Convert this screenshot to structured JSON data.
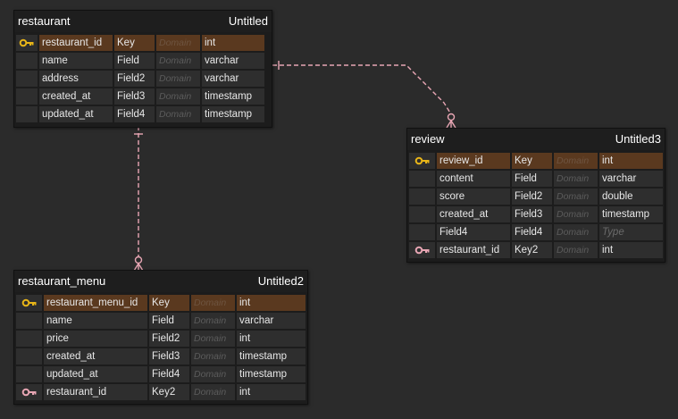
{
  "colors": {
    "background": "#2b2b2b",
    "entity_bg": "#1c1c1c",
    "cell_bg": "#2e2e2e",
    "pk_row_bg": "#5a391f",
    "relationship_line": "#e8a6b4",
    "pk_key_icon": "#e9b618",
    "fk_key_icon": "#e8a6b4"
  },
  "entities": {
    "restaurant": {
      "name": "restaurant",
      "label": "Untitled",
      "rows": [
        {
          "column": "restaurant_id",
          "field": "Key",
          "domain": "Domain",
          "type": "int",
          "icon": "primary-key-icon"
        },
        {
          "column": "name",
          "field": "Field",
          "domain": "Domain",
          "type": "varchar"
        },
        {
          "column": "address",
          "field": "Field2",
          "domain": "Domain",
          "type": "varchar"
        },
        {
          "column": "created_at",
          "field": "Field3",
          "domain": "Domain",
          "type": "timestamp"
        },
        {
          "column": "updated_at",
          "field": "Field4",
          "domain": "Domain",
          "type": "timestamp"
        }
      ]
    },
    "review": {
      "name": "review",
      "label": "Untitled3",
      "rows": [
        {
          "column": "review_id",
          "field": "Key",
          "domain": "Domain",
          "type": "int",
          "icon": "primary-key-icon"
        },
        {
          "column": "content",
          "field": "Field",
          "domain": "Domain",
          "type": "varchar"
        },
        {
          "column": "score",
          "field": "Field2",
          "domain": "Domain",
          "type": "double"
        },
        {
          "column": "created_at",
          "field": "Field3",
          "domain": "Domain",
          "type": "timestamp"
        },
        {
          "column": "Field4",
          "field": "Field4",
          "domain": "Domain",
          "type": "Type"
        },
        {
          "column": "restaurant_id",
          "field": "Key2",
          "domain": "Domain",
          "type": "int",
          "icon": "foreign-key-icon"
        }
      ]
    },
    "restaurant_menu": {
      "name": "restaurant_menu",
      "label": "Untitled2",
      "rows": [
        {
          "column": "restaurant_menu_id",
          "field": "Key",
          "domain": "Domain",
          "type": "int",
          "icon": "primary-key-icon"
        },
        {
          "column": "name",
          "field": "Field",
          "domain": "Domain",
          "type": "varchar"
        },
        {
          "column": "price",
          "field": "Field2",
          "domain": "Domain",
          "type": "int"
        },
        {
          "column": "created_at",
          "field": "Field3",
          "domain": "Domain",
          "type": "timestamp"
        },
        {
          "column": "updated_at",
          "field": "Field4",
          "domain": "Domain",
          "type": "timestamp"
        },
        {
          "column": "restaurant_id",
          "field": "Key2",
          "domain": "Domain",
          "type": "int",
          "icon": "foreign-key-icon"
        }
      ]
    }
  },
  "relationships": [
    {
      "from": "restaurant",
      "to": "review",
      "from_end": "one",
      "to_end": "zero-or-many",
      "line_style": "dashed"
    },
    {
      "from": "restaurant",
      "to": "restaurant_menu",
      "from_end": "one",
      "to_end": "zero-or-many",
      "line_style": "dashed"
    }
  ]
}
